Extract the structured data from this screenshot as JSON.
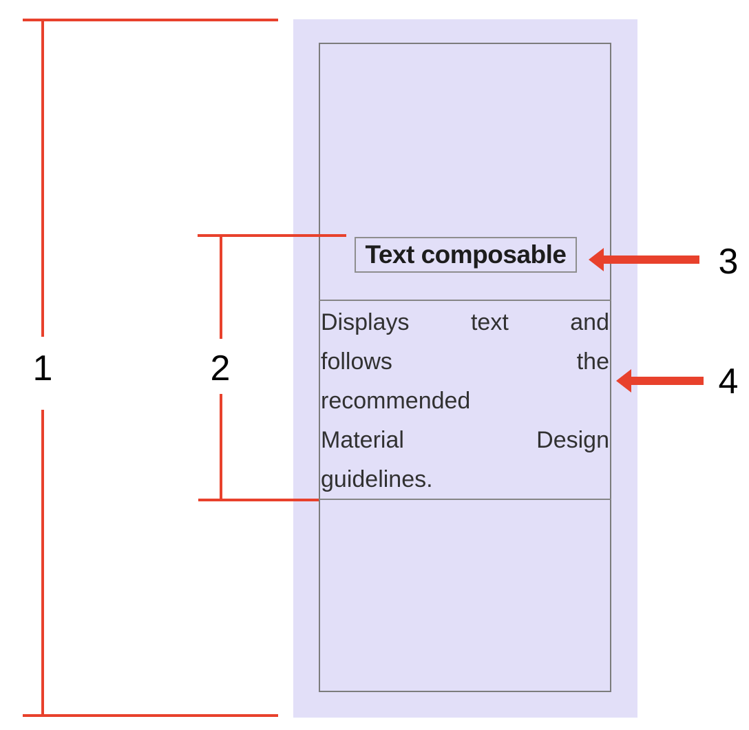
{
  "figure": {
    "description": "Annotated diagram of a Text composable displayed on a screen",
    "colors": {
      "background": "#FFFFFF",
      "screen_fill": "#E2DFF8",
      "box_border": "#7C7C7C",
      "title_box_border": "#8E8E8E",
      "divider": "#858585",
      "annotation_red": "#E8412C",
      "title_text": "#1D1D1D",
      "body_text": "#313131",
      "label_text": "#000000"
    },
    "screen": {
      "title": "Text composable",
      "body_text": "Displays text and follows the recommended Material Design guidelines.",
      "body_lines": [
        {
          "words": [
            "Displays",
            "text",
            "and"
          ]
        },
        {
          "words": [
            "follows",
            "the"
          ]
        },
        {
          "words": [
            "recommended"
          ]
        },
        {
          "words": [
            "Material",
            "Design"
          ]
        },
        {
          "words": [
            "guidelines."
          ]
        }
      ]
    },
    "annotations": {
      "label_1": "1",
      "label_2": "2",
      "label_3": "3",
      "label_4": "4"
    }
  }
}
